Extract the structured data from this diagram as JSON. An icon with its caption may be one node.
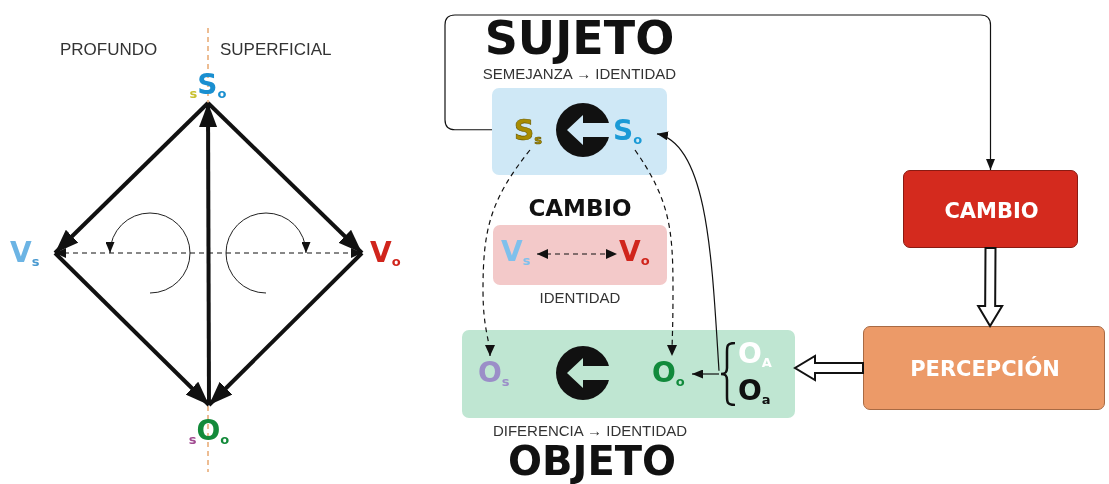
{
  "diagram": {
    "nodes": [
      {
        "text": [
          "$_{s}$S$_{o}$"
        ]
      },
      {
        "text": [
          "V$_{s}$"
        ]
      },
      {
        "text": [
          "V$_{o}$"
        ]
      },
      {
        "text": [
          "$_{s}$O$_{o}$"
        ]
      },
      {
        "text": [
          "SUJETO",
          "SEMEJANZA → IDENTIDAD"
        ]
      },
      {
        "text": [
          "S$_{s}$"
        ],
        "in": 4
      },
      {
        "text": [
          "S$_{o}$"
        ],
        "in": 4
      },
      {
        "text": [
          "CAMBIO",
          "IDENTIDAD"
        ]
      },
      {
        "text": [
          "V$_{s}$"
        ],
        "in": 7
      },
      {
        "text": [
          "V$_{o}$"
        ],
        "in": 7
      },
      {
        "text": [
          "DIFERENCIA → IDENTIDAD",
          "OBJETO"
        ]
      },
      {
        "text": [
          "O$_{s}$"
        ],
        "in": 10
      },
      {
        "text": [
          "O$_{o}$"
        ],
        "in": 10
      },
      {
        "text": [],
        "shape": "brace",
        "in": 10
      },
      {
        "text": [
          "O$_{A}$"
        ],
        "in": 10
      },
      {
        "text": [
          "O$_{a}$"
        ],
        "in": 10
      },
      {
        "text": [
          "CAMBIO"
        ]
      },
      {
        "text": [
          "PERCEPCIÓN"
        ]
      }
    ],
    "edges": [
      {
        "from": 0,
        "to": 1,
        "arrow": "to",
        "style": "thick"
      },
      {
        "from": 0,
        "to": 2,
        "arrow": "to",
        "style": "thick"
      },
      {
        "from": 1,
        "to": 3,
        "arrow": "to",
        "style": "thick"
      },
      {
        "from": 2,
        "to": 3,
        "arrow": "to",
        "style": "thick"
      },
      {
        "from": 3,
        "to": 0,
        "arrow": "to",
        "style": "thick"
      },
      {
        "from": 1,
        "to": 2,
        "arrow": "both",
        "style": "dashed"
      },
      {
        "from": 4,
        "to": 16,
        "arrow": "to"
      },
      {
        "from": 5,
        "to": 11,
        "arrow": "to",
        "style": "dashed"
      },
      {
        "from": 6,
        "to": 12,
        "arrow": "to",
        "style": "dashed"
      },
      {
        "from": 8,
        "to": 9,
        "arrow": "both",
        "style": "dashed"
      },
      {
        "from": 13,
        "to": 12,
        "arrow": "to"
      },
      {
        "from": 13,
        "to": 6,
        "arrow": "to"
      },
      {
        "from": 16,
        "to": 17,
        "arrow": "to"
      },
      {
        "from": 17,
        "to": 10,
        "arrow": "to"
      }
    ],
    "labels": [
      "PROFUNDO",
      "SUPERFICIAL"
    ]
  }
}
